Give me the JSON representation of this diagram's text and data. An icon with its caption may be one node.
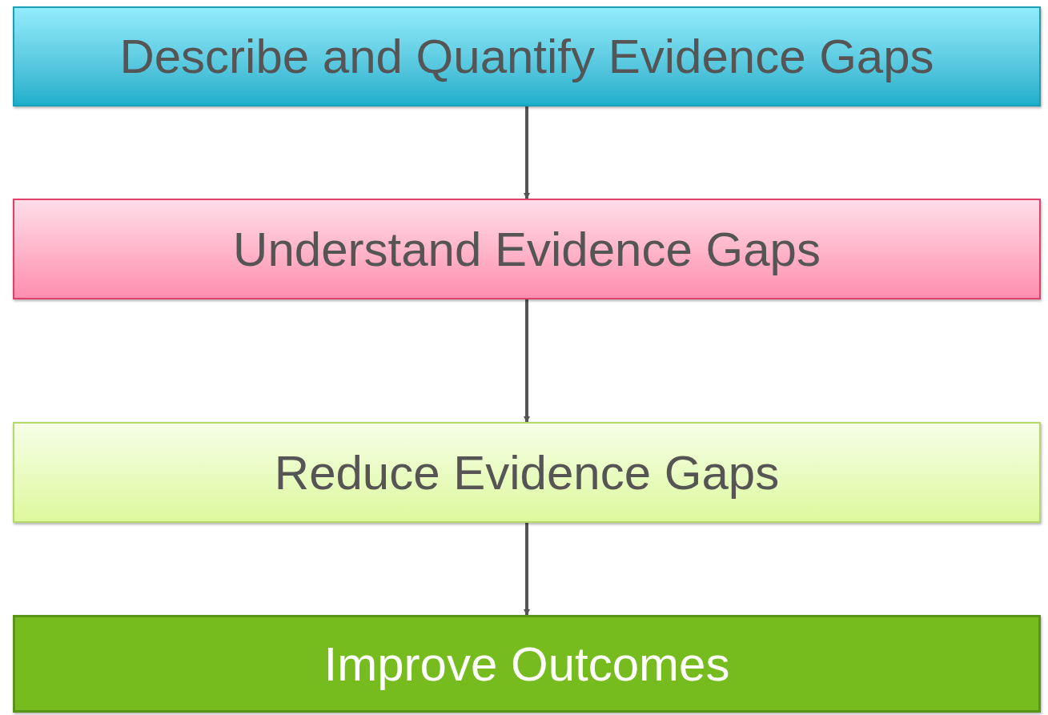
{
  "diagram": {
    "nodes": [
      {
        "text": [
          "Describe and Quantify Evidence Gaps"
        ]
      },
      {
        "text": [
          "Understand Evidence Gaps"
        ]
      },
      {
        "text": [
          "Reduce Evidence Gaps"
        ]
      },
      {
        "text": [
          "Improve Outcomes"
        ]
      }
    ],
    "edges": [
      {
        "from": 0,
        "to": 1,
        "arrow": "to"
      },
      {
        "from": 1,
        "to": 2,
        "arrow": "to"
      },
      {
        "from": 2,
        "to": 3,
        "arrow": "to"
      }
    ]
  }
}
